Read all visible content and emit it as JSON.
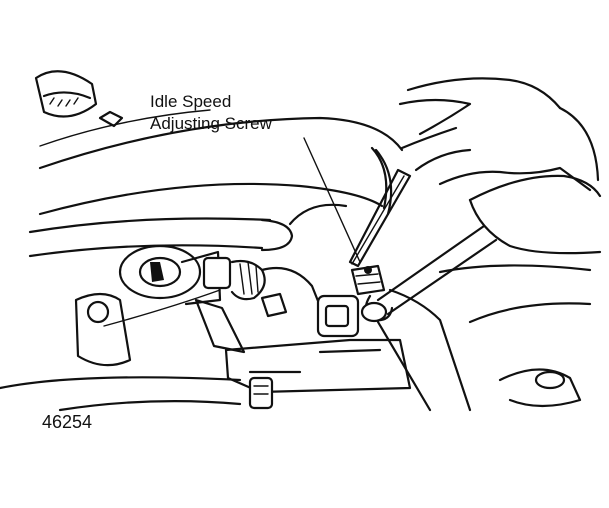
{
  "callout": {
    "line1": "Idle Speed",
    "line2": "Adjusting Screw"
  },
  "figure_number": "46254",
  "colors": {
    "ink": "#111111",
    "paper": "#ffffff"
  }
}
